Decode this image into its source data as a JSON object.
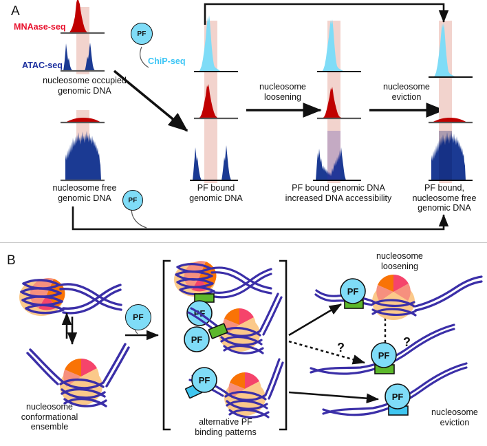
{
  "figure": {
    "panels": [
      {
        "id": "A",
        "letter": "A"
      },
      {
        "id": "B",
        "letter": "B"
      }
    ],
    "colors": {
      "mnase_red": "#c00000",
      "atac_blue": "#1b3a93",
      "chip_cyan": "#7fdcf7",
      "highlight_pink": "#f2d3cd",
      "baseline_gray": "#595959",
      "dna_purple": "#3b2fa8",
      "pf_fill": "#7fdcf7",
      "motif_green": "#5cb82b",
      "motif_cyan": "#3fc6f0",
      "nuc_orange": "#f97306",
      "nuc_pink": "#f5446b",
      "nuc_salmon": "#f6907e",
      "nuc_peach": "#fbc98a"
    }
  },
  "panelA": {
    "letter": "A",
    "track_labels": {
      "mnase": "MNAase-seq",
      "atac": "ATAC-seq",
      "chip": "ChiP-seq"
    },
    "pf_badge": "PF",
    "steps": [
      {
        "label": "nucleosome\nloosening"
      },
      {
        "label": "nucleosome\neviction"
      }
    ],
    "columns": [
      {
        "id": "col1-top",
        "caption": "nucleosome occupied\ngenomic DNA",
        "tracks": [
          "mnase",
          "atac"
        ]
      },
      {
        "id": "col1-bottom",
        "caption": "nucleosome free\ngenomic DNA",
        "tracks": [
          "mnase-flat",
          "atac-open"
        ]
      },
      {
        "id": "col2",
        "caption": "PF bound\ngenomic DNA",
        "tracks": [
          "chip",
          "mnase",
          "atac"
        ]
      },
      {
        "id": "col3",
        "caption": "PF bound genomic DNA\nincreased DNA accessibility",
        "tracks": [
          "chip",
          "mnase",
          "atac-partial"
        ]
      },
      {
        "id": "col4",
        "caption": "PF bound,\nnucleosome free\ngenomic DNA",
        "tracks": [
          "chip",
          "mnase-flat",
          "atac-open"
        ]
      }
    ]
  },
  "panelB": {
    "letter": "B",
    "pf_badge": "PF",
    "question_mark": "?",
    "captions": {
      "ensemble": "nucleosome\nconformational\nensemble",
      "alternative": "alternative PF\nbinding patterns",
      "loosening": "nucleosome\nloosening",
      "eviction": "nucleosome\neviction"
    },
    "states": [
      {
        "id": "nuc-open",
        "desc": "open nucleosome conformation"
      },
      {
        "id": "nuc-closed",
        "desc": "closed nucleosome conformation"
      },
      {
        "id": "pf-bind-open",
        "desc": "PF bound at green motif on open nucleosome"
      },
      {
        "id": "pf-bind-side",
        "desc": "PF bound at green motif lateral to nucleosome"
      },
      {
        "id": "pf-bind-free",
        "desc": "PF bound at cyan motif on free DNA arm"
      },
      {
        "id": "loosened",
        "desc": "PF bound with loosened nucleosome"
      },
      {
        "id": "pf-only-green",
        "desc": "PF on bare DNA at green motif"
      },
      {
        "id": "pf-only-cyan",
        "desc": "PF on bare DNA at cyan motif"
      }
    ]
  }
}
